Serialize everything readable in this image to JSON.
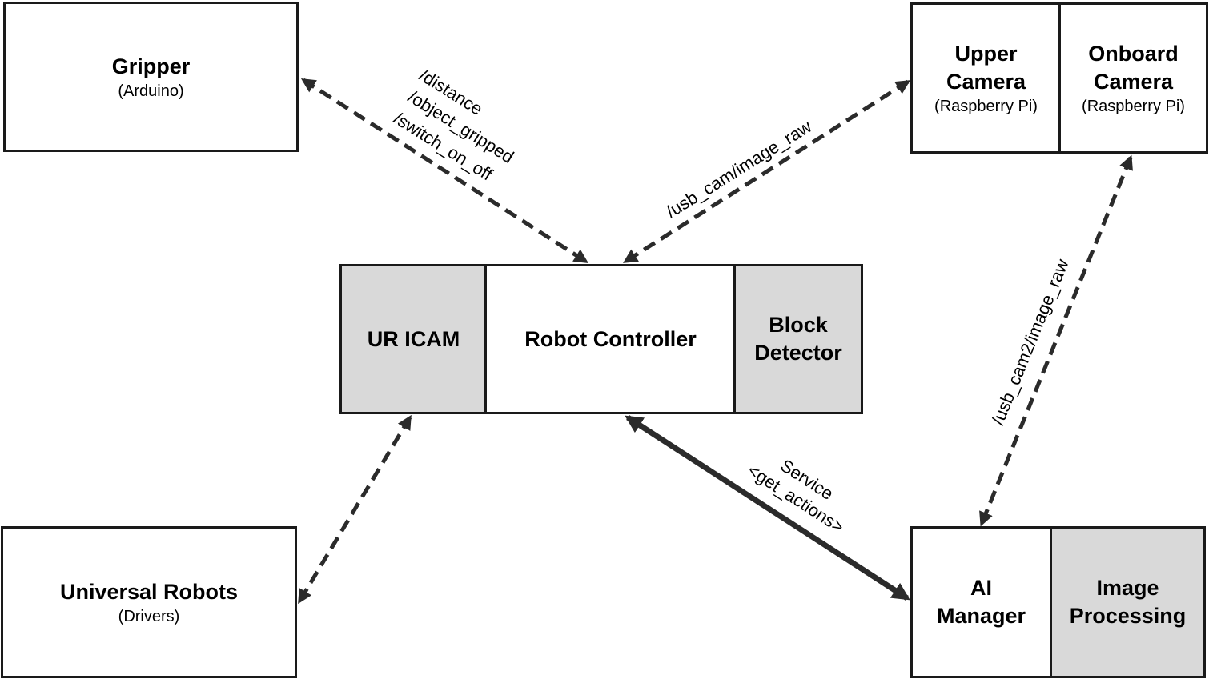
{
  "nodes": {
    "gripper": {
      "title": "Gripper",
      "subtitle": "(Arduino)"
    },
    "upper_camera": {
      "title": "Upper\nCamera",
      "subtitle": "(Raspberry Pi)"
    },
    "onboard_camera": {
      "title": "Onboard\nCamera",
      "subtitle": "(Raspberry Pi)"
    },
    "ur_icam": {
      "title": "UR ICAM"
    },
    "robot_controller": {
      "title": "Robot Controller"
    },
    "block_detector": {
      "title": "Block\nDetector"
    },
    "universal_robots": {
      "title": "Universal Robots",
      "subtitle": "(Drivers)"
    },
    "ai_manager": {
      "title": "AI\nManager"
    },
    "image_processing": {
      "title": "Image\nProcessing"
    }
  },
  "edges": {
    "gripper_robot": {
      "labels": [
        "/distance",
        "/object_gripped",
        "/switch_on_off"
      ]
    },
    "upper_camera_robot": {
      "label": "/usb_cam/image_raw"
    },
    "onboard_camera_ai": {
      "label": "/usb_cam2/image_raw"
    },
    "robot_ai": {
      "labels": [
        "Service",
        "<get_actions>"
      ]
    }
  },
  "colors": {
    "stroke": "#1a1a1a",
    "white_box": "#ffffff",
    "gray_box": "#d9d9d9",
    "arrow": "#2b2b2b"
  }
}
